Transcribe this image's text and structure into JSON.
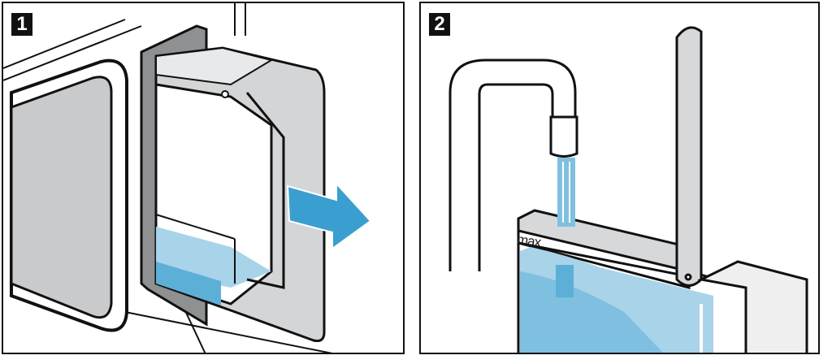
{
  "panels": [
    {
      "step_label": "1"
    },
    {
      "step_label": "2",
      "tank_marking": "max"
    }
  ],
  "colors": {
    "water_light": "#a9d3e8",
    "water_dark": "#5cb0d8",
    "arrow": "#3a9fd0",
    "frame_gray": "#c8c9cb"
  }
}
